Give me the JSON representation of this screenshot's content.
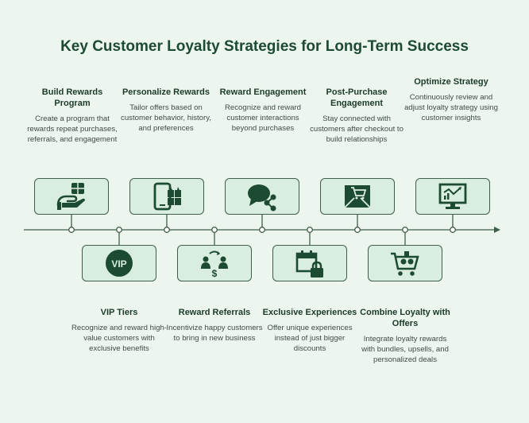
{
  "title": "Key Customer Loyalty Strategies for Long-Term Success",
  "colors": {
    "accent": "#1d4a32",
    "card_fill": "#d9eee0",
    "background": "#edf5ef"
  },
  "top_steps": [
    {
      "heading": "Build Rewards Program",
      "description": "Create a program that rewards repeat purchases, referrals, and engagement",
      "icon": "gift-card-hand-icon"
    },
    {
      "heading": "Personalize Rewards",
      "description": "Tailor offers based on customer behavior, history, and preferences",
      "icon": "phone-gifts-icon"
    },
    {
      "heading": "Reward Engagement",
      "description": "Recognize and reward customer interactions beyond purchases",
      "icon": "chat-share-icon"
    },
    {
      "heading": "Post-Purchase Engagement",
      "description": "Stay connected with customers after checkout to build relationships",
      "icon": "email-cart-icon"
    },
    {
      "heading": "Optimize Strategy",
      "description": "Continuously review and adjust loyalty strategy using customer insights",
      "icon": "monitor-chart-icon"
    }
  ],
  "bottom_steps": [
    {
      "heading": "VIP Tiers",
      "description": "Recognize and reward high-value customers with exclusive benefits",
      "icon": "vip-badge-icon",
      "badge_text": "VIP"
    },
    {
      "heading": "Reward Referrals",
      "description": "Incentivize happy customers to bring in new business",
      "icon": "referral-people-icon"
    },
    {
      "heading": "Exclusive Experiences",
      "description": "Offer unique experiences instead of just bigger discounts",
      "icon": "calendar-lock-icon"
    },
    {
      "heading": "Combine Loyalty with Offers",
      "description": "Integrate loyalty rewards with bundles, upsells, and personalized deals",
      "icon": "cart-bundle-icon"
    }
  ]
}
